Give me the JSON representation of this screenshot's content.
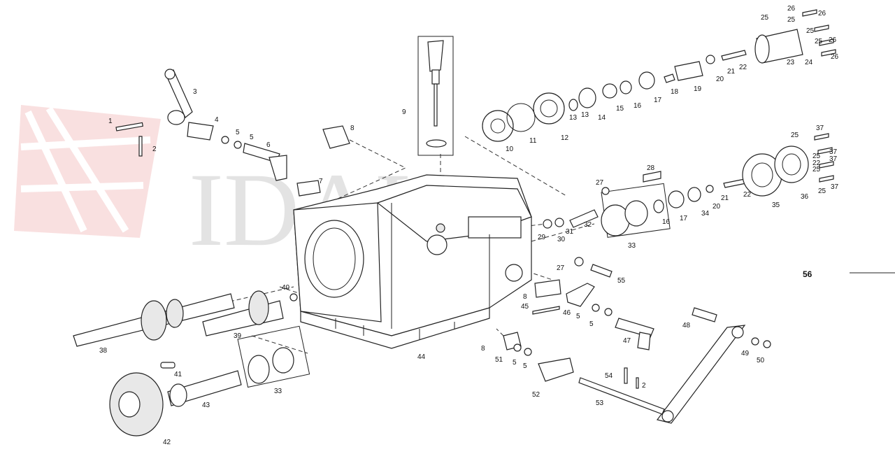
{
  "labels": [
    "1",
    "2",
    "3",
    "4",
    "5",
    "5",
    "6",
    "7",
    "8",
    "9",
    "10",
    "11",
    "12",
    "13",
    "13",
    "14",
    "15",
    "16",
    "17",
    "18",
    "19",
    "20",
    "21",
    "22",
    "23",
    "24",
    "25",
    "25",
    "25",
    "25",
    "26",
    "26",
    "26",
    "26",
    "25",
    "37",
    "37",
    "25",
    "37",
    "25",
    "22",
    "25",
    "37",
    "36",
    "35",
    "22",
    "21",
    "20",
    "34",
    "17",
    "16",
    "33",
    "32",
    "31",
    "30",
    "29",
    "28",
    "27",
    "27",
    "55",
    "8",
    "45",
    "46",
    "5",
    "5",
    "47",
    "48",
    "49",
    "50",
    "8",
    "51",
    "5",
    "5",
    "52",
    "53",
    "54",
    "2",
    "56",
    "40",
    "38",
    "39",
    "44",
    "41",
    "42",
    "43",
    "33"
  ],
  "watermark": "IDAL"
}
